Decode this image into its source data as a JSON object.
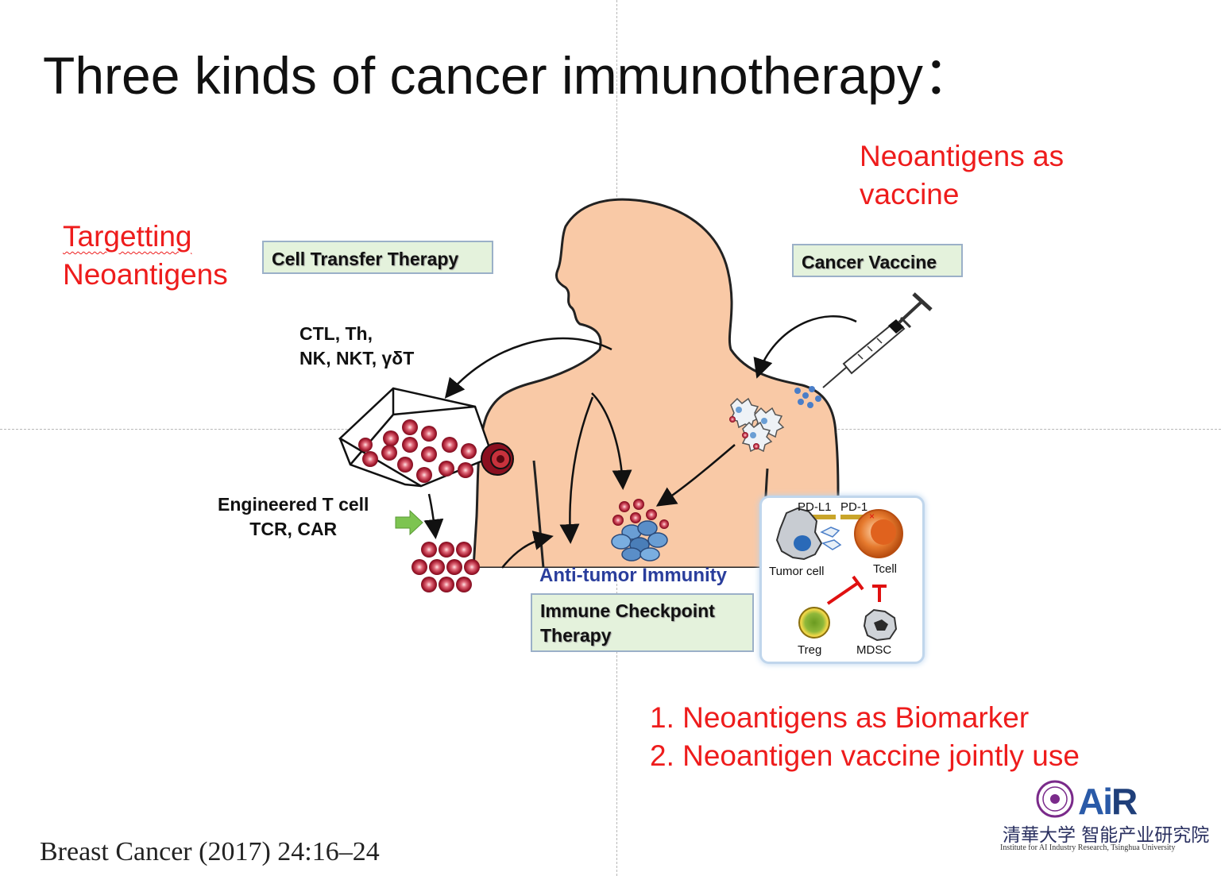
{
  "title": "Three kinds of cancer immunotherapy：",
  "annotations": {
    "targeting_line1": "Targetting",
    "targeting_line2": "Neoantigens",
    "vaccine_line1": "Neoantigens as",
    "vaccine_line2": "vaccine",
    "list_item1": "1. Neoantigens as Biomarker",
    "list_item2": "2. Neoantigen vaccine jointly use"
  },
  "boxes": {
    "cell_transfer": "Cell Transfer Therapy",
    "cancer_vaccine": "Cancer Vaccine",
    "checkpoint_line1": "Immune Checkpoint",
    "checkpoint_line2": "Therapy"
  },
  "labels": {
    "ctl_line1": "CTL, Th,",
    "ctl_line2": "NK, NKT, γδT",
    "engineered_line1": "Engineered T cell",
    "engineered_line2": "TCR, CAR",
    "anti_tumor": "Anti-tumor Immunity"
  },
  "inset": {
    "pdl1": "PD-L1",
    "pd1": "PD-1",
    "tumor_cell": "Tumor cell",
    "tcell": "Tcell",
    "treg": "Treg",
    "mdsc": "MDSC"
  },
  "citation": "Breast Cancer (2017) 24:16–24",
  "logo": {
    "brand_a": "A",
    "brand_i": "i",
    "brand_r": "R",
    "chinese_name": "清華大学 智能产业研究院",
    "english_name": "Institute for AI Industry Research,  Tsinghua University"
  },
  "colors": {
    "accent_red": "#ee1c1c",
    "skin": "#f9c9a6",
    "box_fill": "#e4f2dc",
    "box_border": "#9bb0c8",
    "label_blue": "#2a3e9c"
  }
}
